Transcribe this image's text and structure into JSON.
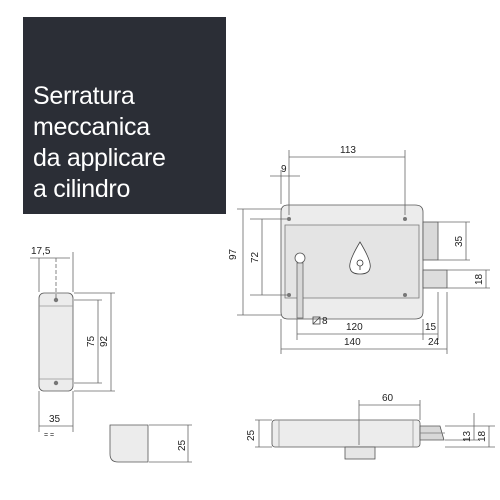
{
  "title": {
    "lines": [
      "Serratura",
      "meccanica",
      "da applicare",
      "a cilindro"
    ]
  },
  "colors": {
    "title_panel_bg": "#2b2e36",
    "title_text": "#ffffff",
    "line": "#444444",
    "body_fill": "#ececec"
  },
  "side_view": {
    "dim_top_offset": "17,5",
    "dim_inner_height": "75",
    "dim_outer_height": "92",
    "dim_width": "35"
  },
  "front_view": {
    "dim_top_width": "113",
    "dim_fixing_offset": "9",
    "dim_total_height": "97",
    "dim_hole_spacing": "72",
    "dim_case_side": "35",
    "dim_bolt_height": "18",
    "dim_hole_diameter": "8",
    "dim_hole_span": "120",
    "dim_bolt_offset": "15",
    "dim_case_width": "140",
    "dim_bolt_projection": "24"
  },
  "keeper_view": {
    "dim_height": "25"
  },
  "bottom_view": {
    "dim_cylinder_offset": "60",
    "dim_height": "25",
    "dim_bolt_height": "18",
    "dim_bolt_thickness": "13"
  }
}
